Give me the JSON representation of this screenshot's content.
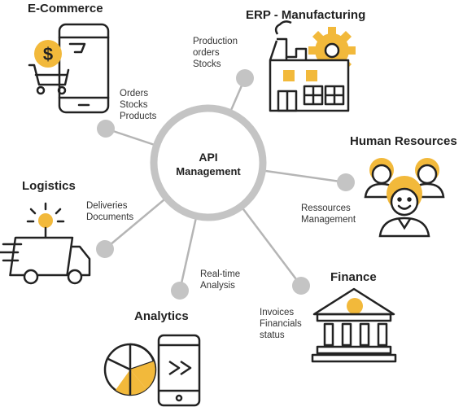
{
  "hub": {
    "line1": "API",
    "line2": "Management"
  },
  "nodes": {
    "ecommerce": {
      "title": "E-Commerce",
      "note": "Orders\nStocks\nProducts"
    },
    "erp": {
      "title": "ERP - Manufacturing",
      "note": "Production\norders\nStocks"
    },
    "hr": {
      "title": "Human Resources",
      "note": "Ressources\nManagement"
    },
    "logistics": {
      "title": "Logistics",
      "note": "Deliveries\nDocuments"
    },
    "analytics": {
      "title": "Analytics",
      "note": "Real-time\nAnalysis"
    },
    "finance": {
      "title": "Finance",
      "note": "Invoices\nFinancials\nstatus"
    }
  },
  "icons": {
    "ecommerce": "phone-cart-dollar-icon",
    "erp": "factory-gear-icon",
    "hr": "people-group-icon",
    "logistics": "delivery-truck-icon",
    "analytics": "pie-chart-phone-icon",
    "finance": "bank-building-icon"
  },
  "colors": {
    "accent": "#f2b93b",
    "line": "#b5b5b5",
    "dot": "#c4c4c4",
    "stroke": "#222222"
  }
}
